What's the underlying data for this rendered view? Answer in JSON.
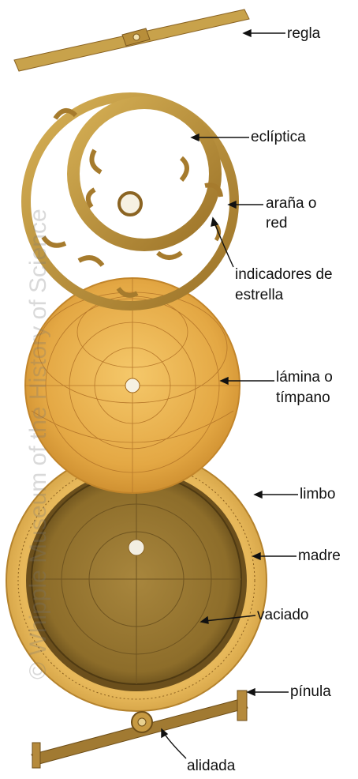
{
  "watermark": "© Whipple Museum of the History of Science",
  "labels": {
    "regla": "regla",
    "ecliptica": "eclíptica",
    "arana_line1": "araña o",
    "arana_line2": "red",
    "indicadores_line1": "indicadores de",
    "indicadores_line2": "estrella",
    "lamina_line1": "lámina o",
    "lamina_line2": "tímpano",
    "limbo": "limbo",
    "madre": "madre",
    "vaciado": "vaciado",
    "pinula": "pínula",
    "alidada": "alidada"
  },
  "colors": {
    "brass_light": "#e9b95a",
    "brass_mid": "#c89a3e",
    "brass_dark": "#8a6322",
    "leader": "#111111"
  }
}
